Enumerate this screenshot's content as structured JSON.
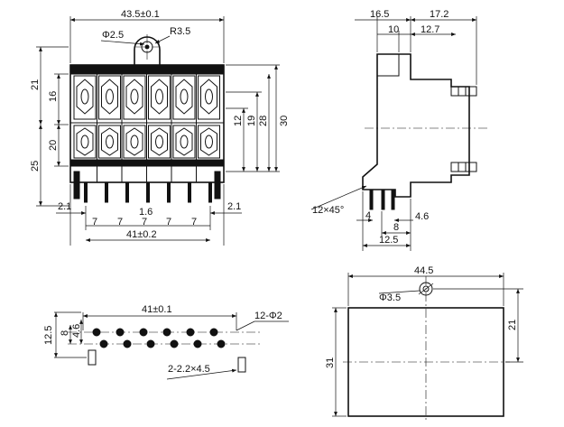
{
  "front_view": {
    "width_top": "43.5±0.1",
    "hole_dia": "Φ2.5",
    "radius": "R3.5",
    "height_total": "21",
    "height_upper": "16",
    "height_lower": "20",
    "height_body": "25",
    "side_12": "12",
    "side_19": "19",
    "side_28": "28",
    "side_30": "30",
    "edge_left": "2.1",
    "edge_right": "2.1",
    "pitch_1": "7",
    "pitch_2": "7",
    "pitch_3": "7",
    "pitch_4": "7",
    "pitch_5": "7",
    "center_16": "1.6",
    "pin_span": "41±0.2"
  },
  "side_view": {
    "width_left": "16.5",
    "width_right": "17.2",
    "inner_10": "10",
    "inner_127": "12.7",
    "chamfer": "12×45°",
    "pin_4": "4",
    "pin_46": "4.6",
    "pin_8": "8",
    "pin_125": "12.5"
  },
  "bottom_view": {
    "span": "41±0.1",
    "holes": "12-Φ2",
    "slots": "2-2.2×4.5",
    "offset_8": "8",
    "offset_46": "4.6",
    "offset_125": "12.5"
  },
  "mount_view": {
    "width": "44.5",
    "hole": "Φ3.5",
    "height": "31",
    "offset_21": "21"
  }
}
